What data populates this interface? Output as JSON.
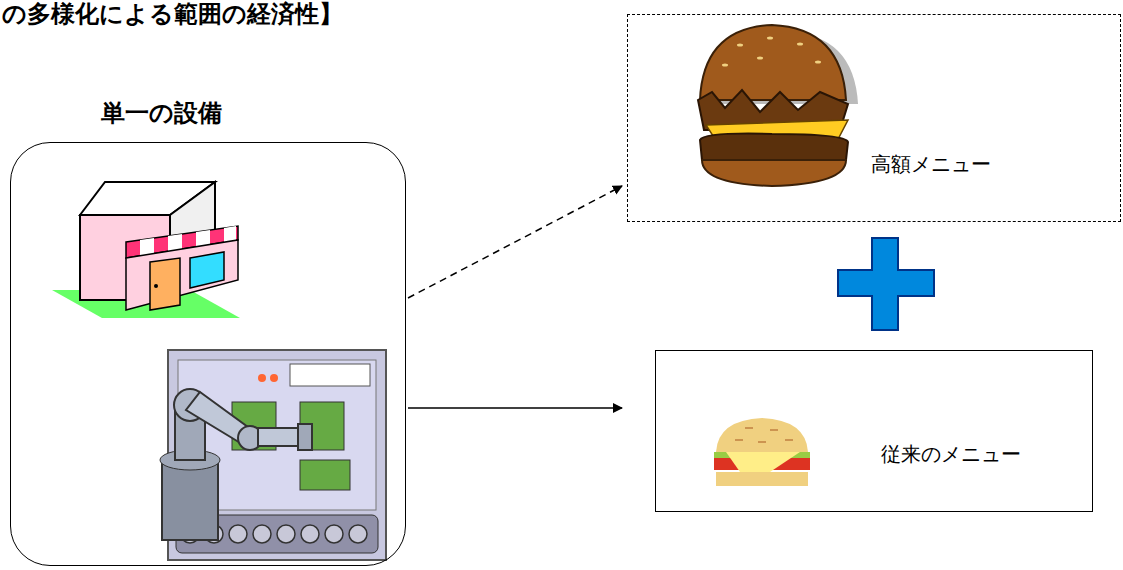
{
  "diagram": {
    "title": "の多様化による範囲の経済性】",
    "nodes": [
      {
        "text": [
          "単一の設備"
        ]
      },
      {
        "text": [
          "高額メニュー"
        ]
      },
      {
        "text": [
          "従来のメニュー"
        ]
      }
    ],
    "edges": [
      {
        "from": 0,
        "to": 1,
        "arrow": "to"
      },
      {
        "from": 0,
        "to": 2,
        "arrow": "to"
      }
    ]
  }
}
